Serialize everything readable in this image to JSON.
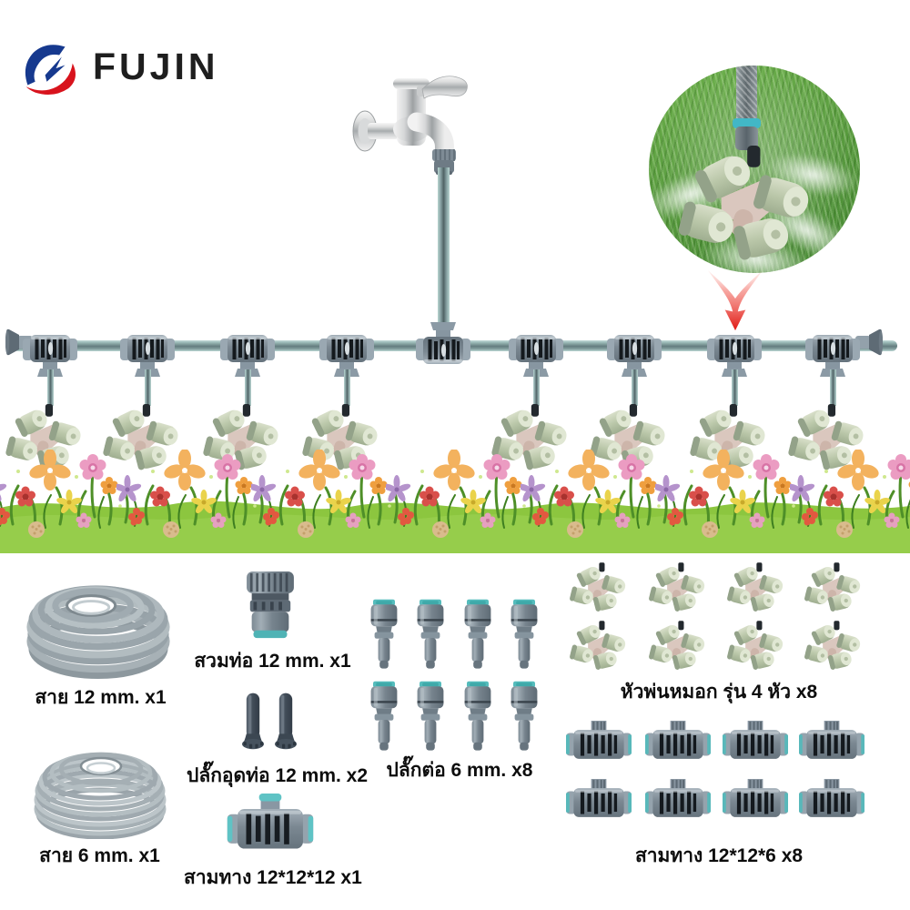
{
  "brand": {
    "name": "FUJIN"
  },
  "diagram": {
    "faucet": "water-tap",
    "inset": "misting-sprinkler-spraying-in-grass-photo",
    "mist_heads_on_line": 8,
    "arrow": "red-arrow-pointing-at-tee-connector"
  },
  "parts": {
    "hose_12": {
      "label": "สาย 12 mm. x1"
    },
    "adapter_12": {
      "label": "สวมท่อ 12 mm. x1"
    },
    "plug_12": {
      "label": "ปลั๊กอุดท่อ 12 mm. x2"
    },
    "tee_12_12_12": {
      "label": "สามทาง 12*12*12 x1"
    },
    "connector_6": {
      "label": "ปลั๊กต่อ 6 mm. x8"
    },
    "hose_6": {
      "label": "สาย 6 mm. x1"
    },
    "mist_head_4": {
      "label": "หัวพ่นหมอก รุ่น 4 หัว x8"
    },
    "tee_12_12_6": {
      "label": "สามทาง 12*12*6 x8"
    }
  },
  "colors": {
    "logo_blue": "#16398e",
    "logo_red": "#d8131d",
    "pipe_teal": "#b9d6d2",
    "fitting_grey": "#7b8892",
    "teal_ring": "#54bcbc",
    "mist_head_green": "#bac7a9",
    "grass_green": "#8cc63f",
    "arrow_red": "#e01712"
  }
}
